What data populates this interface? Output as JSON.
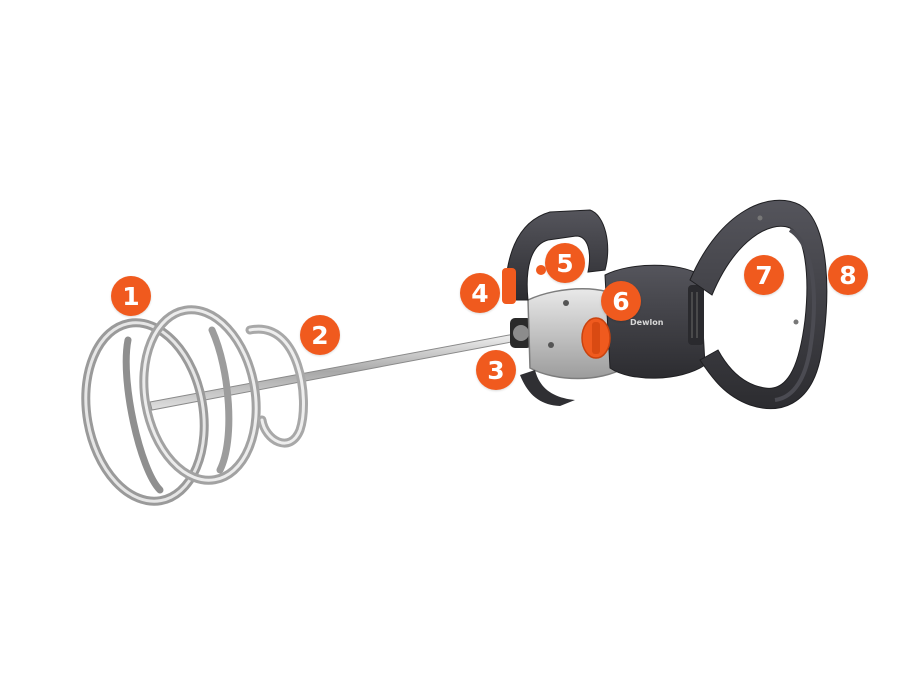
{
  "image": {
    "subject": "handheld paddle mixer tool with helical mixing paddle",
    "colors": {
      "background": "#ffffff",
      "callout": "#f05a1e",
      "callout_text": "#ffffff",
      "housing": "#3a3a3f",
      "gearbox": "#c9c9c9",
      "paddle": "#b8b8b8",
      "accent": "#f05a1e"
    }
  },
  "callouts": [
    {
      "label": "1"
    },
    {
      "label": "2"
    },
    {
      "label": "3"
    },
    {
      "label": "4"
    },
    {
      "label": "5"
    },
    {
      "label": "6"
    },
    {
      "label": "7"
    },
    {
      "label": "8"
    }
  ],
  "brand_text": "Dewlon"
}
